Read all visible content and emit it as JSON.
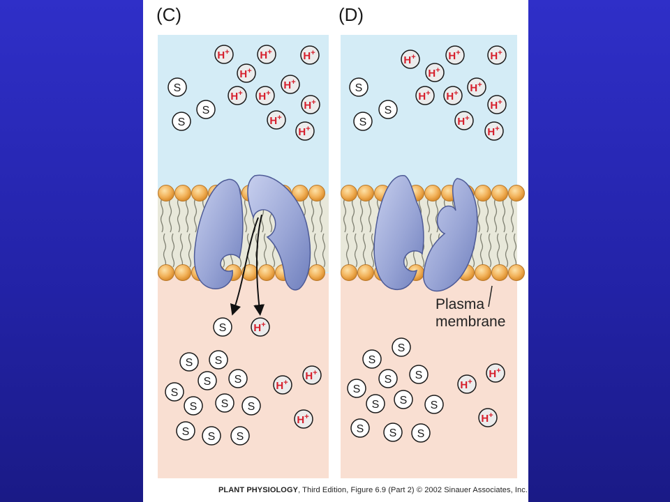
{
  "panels": [
    {
      "label": "(C)"
    },
    {
      "label": "(D)"
    }
  ],
  "molecules": {
    "solute": "S",
    "proton": "H+"
  },
  "annotation": {
    "line1": "Plasma",
    "line2": "membrane"
  },
  "caption": {
    "book": "PLANT PHYSIOLOGY",
    "rest": ", Third Edition, Figure 6.9 (Part 2)  © 2002 Sinauer Associates, Inc."
  },
  "colors": {
    "outside": "#d4ecf6",
    "inside": "#f9dfd2",
    "lipid_head": "#f2b25a",
    "lipid_tail": "#d9d9c7",
    "protein": "#9aa6d6",
    "proton_text": "#d61f2c",
    "background": "#2a2ab8"
  }
}
